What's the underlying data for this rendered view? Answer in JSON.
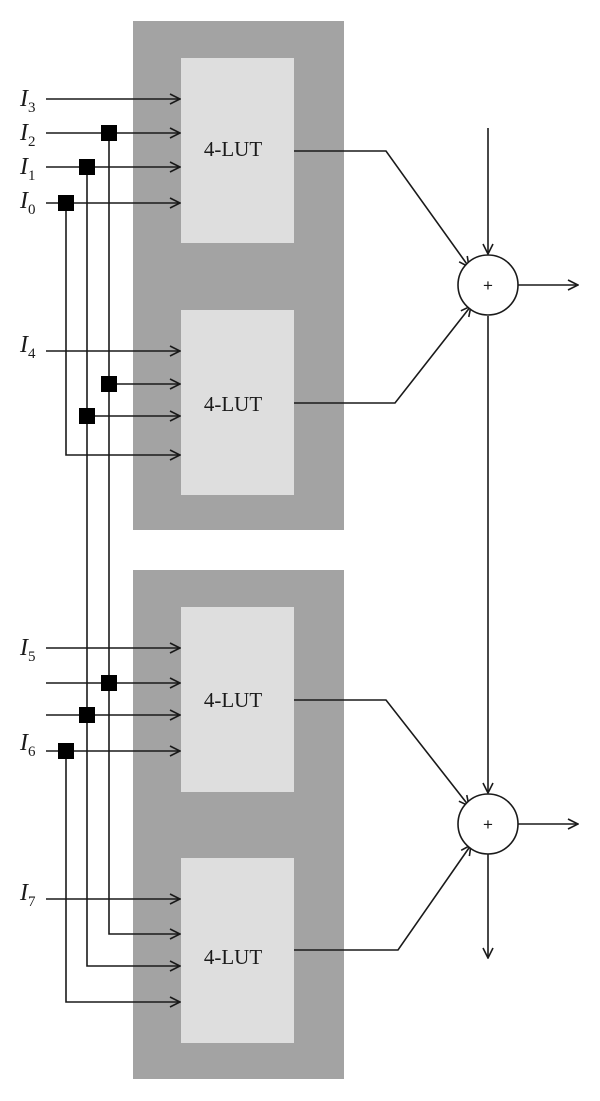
{
  "lut_label": "4-LUT",
  "adder_symbol": "+",
  "inputs": [
    {
      "letter": "I",
      "index": "3"
    },
    {
      "letter": "I",
      "index": "2"
    },
    {
      "letter": "I",
      "index": "1"
    },
    {
      "letter": "I",
      "index": "0"
    },
    {
      "letter": "I",
      "index": "4"
    },
    {
      "letter": "I",
      "index": "5"
    },
    {
      "letter": "I",
      "index": "6"
    },
    {
      "letter": "I",
      "index": "7"
    }
  ],
  "colors": {
    "block_dark": "#a3a3a3",
    "block_light": "#dedede",
    "wire": "#1a1a1a",
    "junction": "#000000"
  }
}
